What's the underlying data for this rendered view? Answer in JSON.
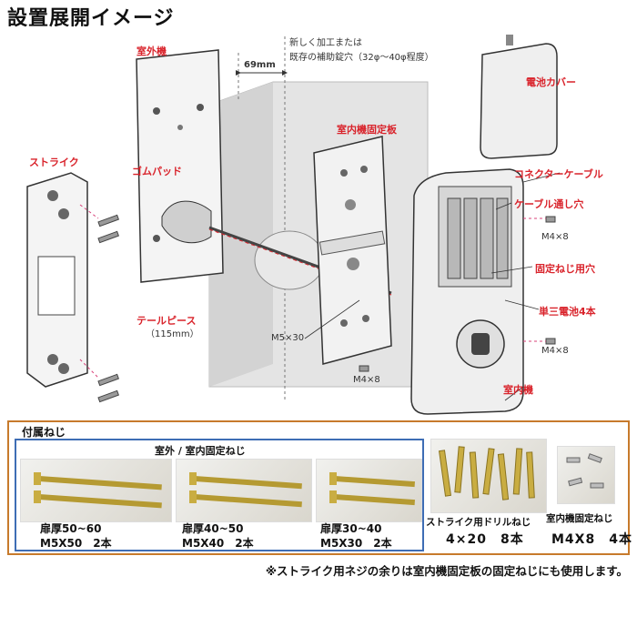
{
  "title": "設置展開イメージ",
  "labels": {
    "outdoor_unit": "室外機",
    "rubber_pad": "ゴムパッド",
    "strike": "ストライク",
    "tailpiece": "テールピース",
    "tailpiece_len": "（115mm）",
    "dim_69": "69mm",
    "hole_note_1": "新しく加工または",
    "hole_note_2": "既存の補助錠穴（32φ～40φ程度）",
    "plate": "室内機固定板",
    "battery_cover": "電池カバー",
    "connector": "コネクターケーブル",
    "cable_hole": "ケーブル通し穴",
    "fix_hole": "固定ねじ用穴",
    "batteries": "単三電池4本",
    "indoor_unit": "室内機",
    "m4x8_a": "M4×8",
    "m4x8_b": "M4×8",
    "m4x8_c": "M4×8",
    "m5x30": "M5×30"
  },
  "accessories": {
    "heading": "付属ねじ",
    "blue_heading": "室外 / 室内固定ねじ",
    "sets": [
      {
        "thickness": "扉厚50~60",
        "spec": "M5X50　2本"
      },
      {
        "thickness": "扉厚40~50",
        "spec": "M5X40　2本"
      },
      {
        "thickness": "扉厚30~40",
        "spec": "M5X30　2本"
      }
    ],
    "strike_screw_label": "ストライク用ドリルねじ",
    "strike_screw_spec": "4×20　8本",
    "indoor_screw_label": "室内機固定ねじ",
    "indoor_screw_spec": "M4X8　4本"
  },
  "note": "※ストライク用ネジの余りは室内機固定板の固定ねじにも使用します。",
  "colors": {
    "label_red": "#d9232b",
    "panel_border": "#c77a2c",
    "blue_border": "#3e6db5"
  }
}
